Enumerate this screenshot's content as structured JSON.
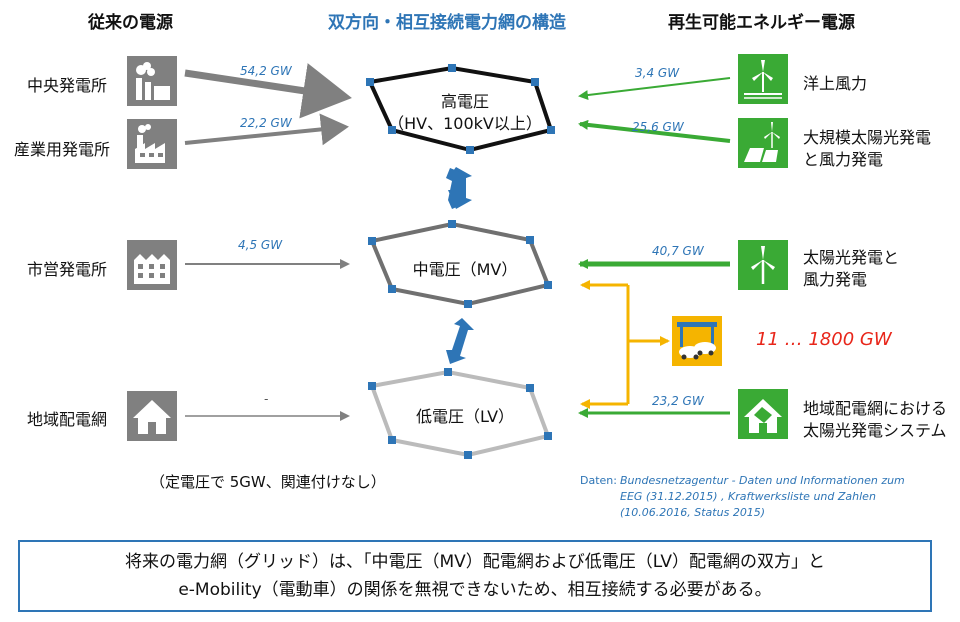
{
  "headers": {
    "left": "従来の電源",
    "center": "双方向・相互接続電力網の構造",
    "right": "再生可能エネルギー電源"
  },
  "left_sources": [
    {
      "label": "中央発電所",
      "gw": "54,2 GW",
      "icon": "power-plant-icon"
    },
    {
      "label": "産業用発電所",
      "gw": "22,2 GW",
      "icon": "factory-icon"
    },
    {
      "label": "市営発電所",
      "gw": "4,5 GW",
      "icon": "municipal-building-icon"
    },
    {
      "label": "地域配電網",
      "gw": "-",
      "icon": "house-icon"
    }
  ],
  "right_sources": [
    {
      "label": "洋上風力",
      "gw": "3,4 GW",
      "icon": "offshore-wind-icon"
    },
    {
      "label_line1": "大規模太陽光発電",
      "label_line2": "と風力発電",
      "gw": "25,6 GW",
      "icon": "solar-wind-farm-icon"
    },
    {
      "label_line1": "太陽光発電と",
      "label_line2": "風力発電",
      "gw": "40,7 GW",
      "icon": "wind-turbine-icon"
    },
    {
      "label_line1": "地域配電網における",
      "label_line2": "太陽光発電システム",
      "gw": "23,2 GW",
      "icon": "solar-house-icon"
    }
  ],
  "nodes": {
    "hv_line1": "高電圧",
    "hv_line2": "（HV、100kV以上）",
    "mv": "中電圧（MV）",
    "lv": "低電圧（LV）"
  },
  "ev": {
    "icon": "ev-charging-icon",
    "range": "11 … 1800 GW"
  },
  "note": "（定電圧で 5GW、関連付けなし）",
  "source": {
    "prefix": "Daten:",
    "line1": "Bundesnetzagentur - Daten und Informationen zum",
    "line2": "EEG (31.12.2015) , Kraftwerksliste und Zahlen",
    "line3": "(10.06.2016, Status 2015)"
  },
  "bottom": {
    "line1": "将来の電力網（グリッド）は、「中電圧（MV）配電網および低電圧（LV）配電網の双方」と",
    "line2": "e-Mobility（電動車）の関係を無視できないため、相互接続する必要がある。"
  },
  "colors": {
    "blue": "#2e75b6",
    "green": "#3aaa35",
    "gray": "#808080",
    "yellow": "#f5b400",
    "red": "#e8261a"
  }
}
